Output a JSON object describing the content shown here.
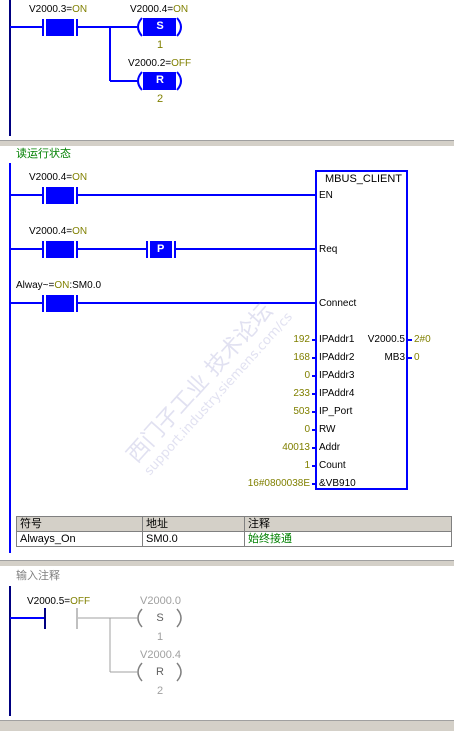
{
  "network1": {
    "contact1": {
      "address": "V2000.3",
      "state": "ON"
    },
    "coil_set": {
      "address": "V2000.4",
      "state": "ON",
      "symbol": "S",
      "count": "1"
    },
    "coil_reset": {
      "address": "V2000.2",
      "state": "OFF",
      "symbol": "R",
      "count": "2"
    }
  },
  "network2": {
    "comment": "读运行状态",
    "block_name": "MBUS_CLIENT",
    "en_label": "EN",
    "contact_en": {
      "address": "V2000.4",
      "state": "ON"
    },
    "contact_req": {
      "address": "V2000.4",
      "state": "ON"
    },
    "p_symbol": "P",
    "req_label": "Req",
    "contact_connect": {
      "address": "Alway~",
      "state": "ON",
      "suffix": ":SM0.0"
    },
    "connect_label": "Connect",
    "inputs": [
      {
        "value": "192",
        "pin": "IPAddr1"
      },
      {
        "value": "168",
        "pin": "IPAddr2"
      },
      {
        "value": "0",
        "pin": "IPAddr3"
      },
      {
        "value": "233",
        "pin": "IPAddr4"
      },
      {
        "value": "503",
        "pin": "IP_Port"
      },
      {
        "value": "0",
        "pin": "RW"
      },
      {
        "value": "40013",
        "pin": "Addr"
      },
      {
        "value": "1",
        "pin": "Count"
      },
      {
        "value": "16#0800038E",
        "pin": "&VB910"
      }
    ],
    "outputs": [
      {
        "pin": "V2000.5",
        "value": "2#0"
      },
      {
        "pin": "MB3",
        "value": "0"
      }
    ],
    "symbol_table": {
      "headers": [
        "符号",
        "地址",
        "注释"
      ],
      "rows": [
        [
          "Always_On",
          "SM0.0",
          "始终接通"
        ]
      ]
    }
  },
  "network3": {
    "comment": "输入注释",
    "contact1": {
      "address": "V2000.5",
      "state": "OFF"
    },
    "coil_set": {
      "address": "V2000.0",
      "symbol": "S",
      "count": "1"
    },
    "coil_reset": {
      "address": "V2000.4",
      "symbol": "R",
      "count": "2"
    }
  },
  "watermark": {
    "line1": "西门子工业  技术论坛",
    "line2": "support.industry.siemens.com/cs"
  },
  "colors": {
    "wire": "#0000ff",
    "energized": "#0000ff",
    "inactive_wire": "#000080",
    "disabled": "#a0a0a0",
    "status_on": "#808000"
  }
}
